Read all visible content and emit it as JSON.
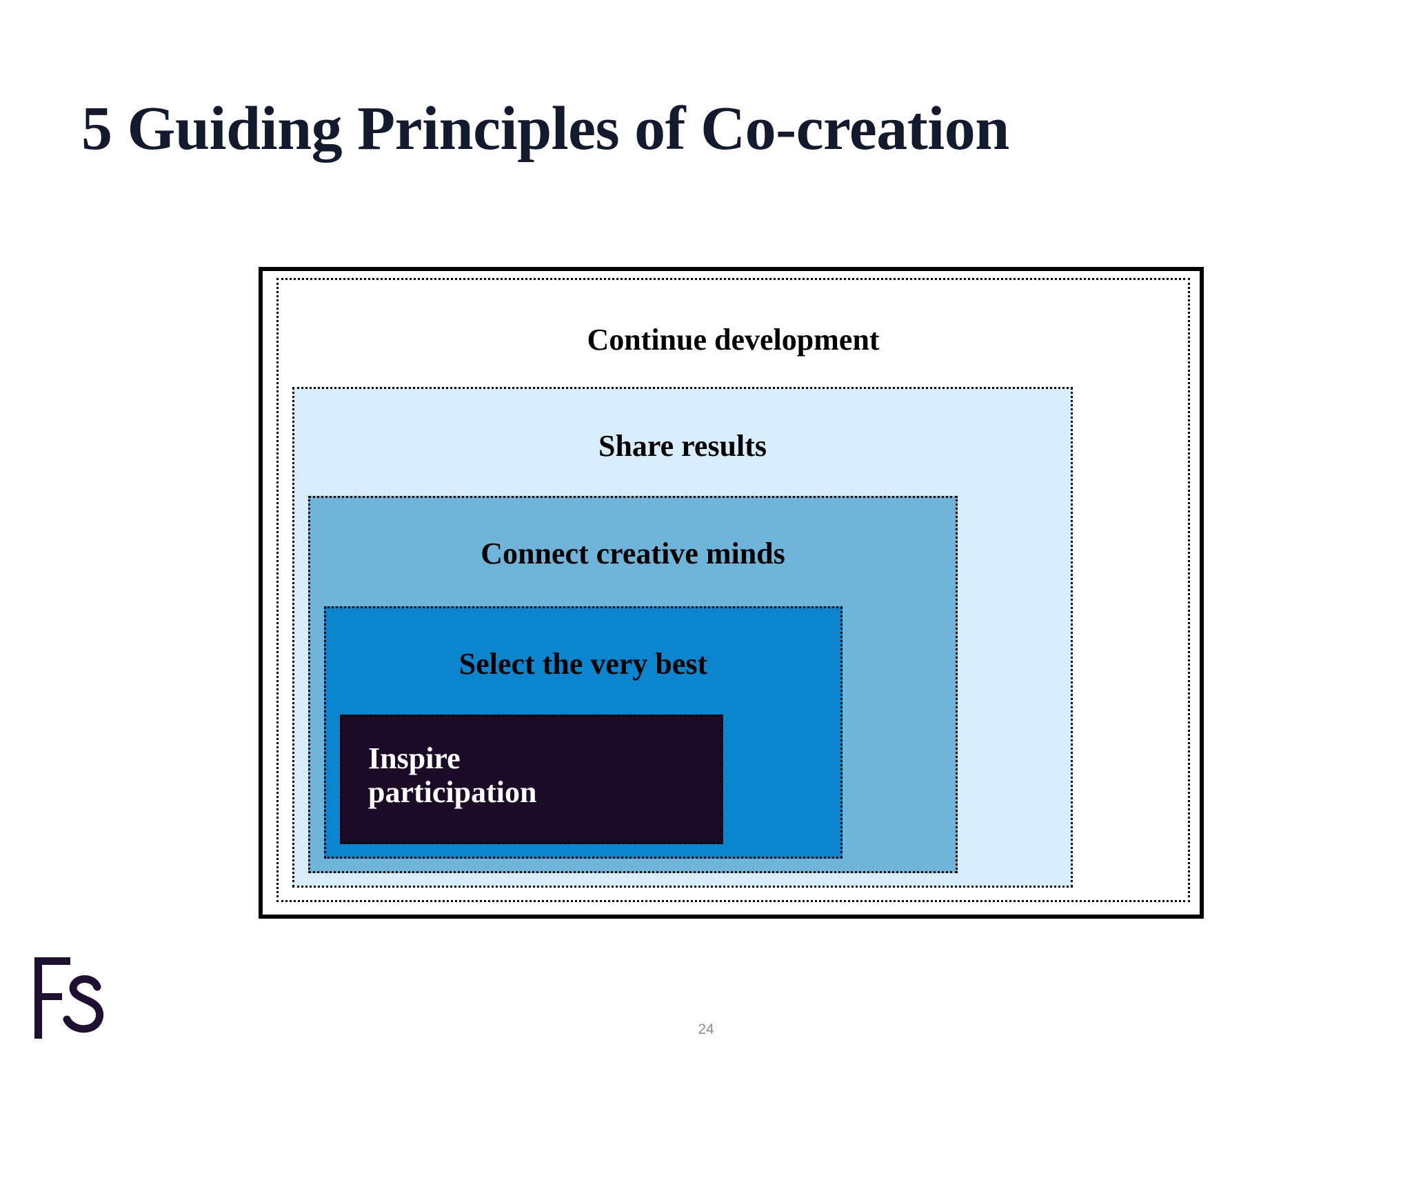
{
  "slide": {
    "title": "5 Guiding Principles of Co-creation",
    "page_number": "24",
    "background_color": "#ffffff",
    "title_color": "#141a2e"
  },
  "logo": {
    "name": "fs-logo",
    "text": "Fs",
    "color": "#1d1030"
  },
  "diagram": {
    "type": "nested-rectangles",
    "outer_border_color": "#000000",
    "inner_border_style": "dotted",
    "levels": [
      {
        "index": 1,
        "label": "Continue development",
        "fill": "#ffffff",
        "text_color": "#000000",
        "align": "center"
      },
      {
        "index": 2,
        "label": "Share results",
        "fill": "#d8eefd",
        "text_color": "#000000",
        "align": "center"
      },
      {
        "index": 3,
        "label": "Connect creative minds",
        "fill": "#6fb5da",
        "text_color": "#000000",
        "align": "center"
      },
      {
        "index": 4,
        "label": "Select the very best",
        "fill": "#0b85cd",
        "text_color": "#000000",
        "align": "center"
      },
      {
        "index": 5,
        "label": "Inspire\nparticipation",
        "fill": "#1b0b26",
        "text_color": "#ffffff",
        "align": "left"
      }
    ]
  }
}
